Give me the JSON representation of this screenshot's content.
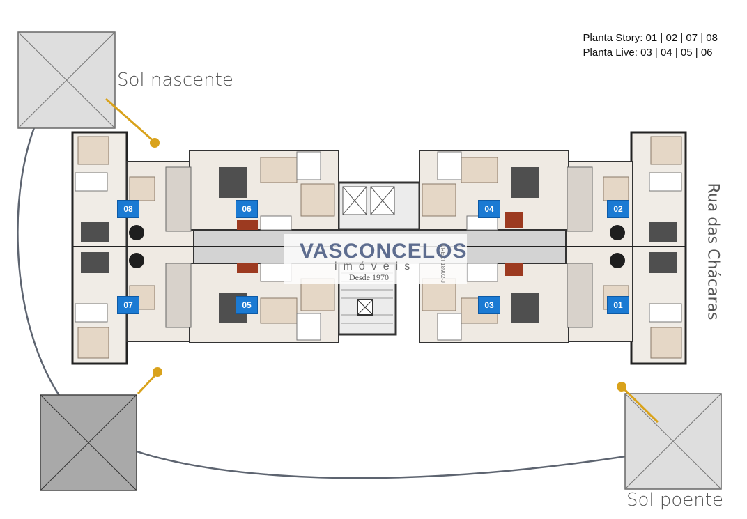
{
  "legend": {
    "line1": "Planta Story: 01 | 02 | 07 | 08",
    "line2": "Planta Live: 03 | 04 | 05 | 06"
  },
  "sun": {
    "rise_label": "Sol nascente",
    "set_label": "Sol poente"
  },
  "street_label": "Rua das Chácaras",
  "units": {
    "u08": "08",
    "u06": "06",
    "u04": "04",
    "u02": "02",
    "u07": "07",
    "u05": "05",
    "u03": "03",
    "u01": "01"
  },
  "logo": {
    "name": "VASCONCELOS",
    "subtitle": "imóveis",
    "since": "Desde 1970",
    "creci": "CRECI 18902-J"
  },
  "colors": {
    "badge": "#1b7ad3",
    "sun_marker": "#d9a21b",
    "arc": "#5d6470"
  }
}
